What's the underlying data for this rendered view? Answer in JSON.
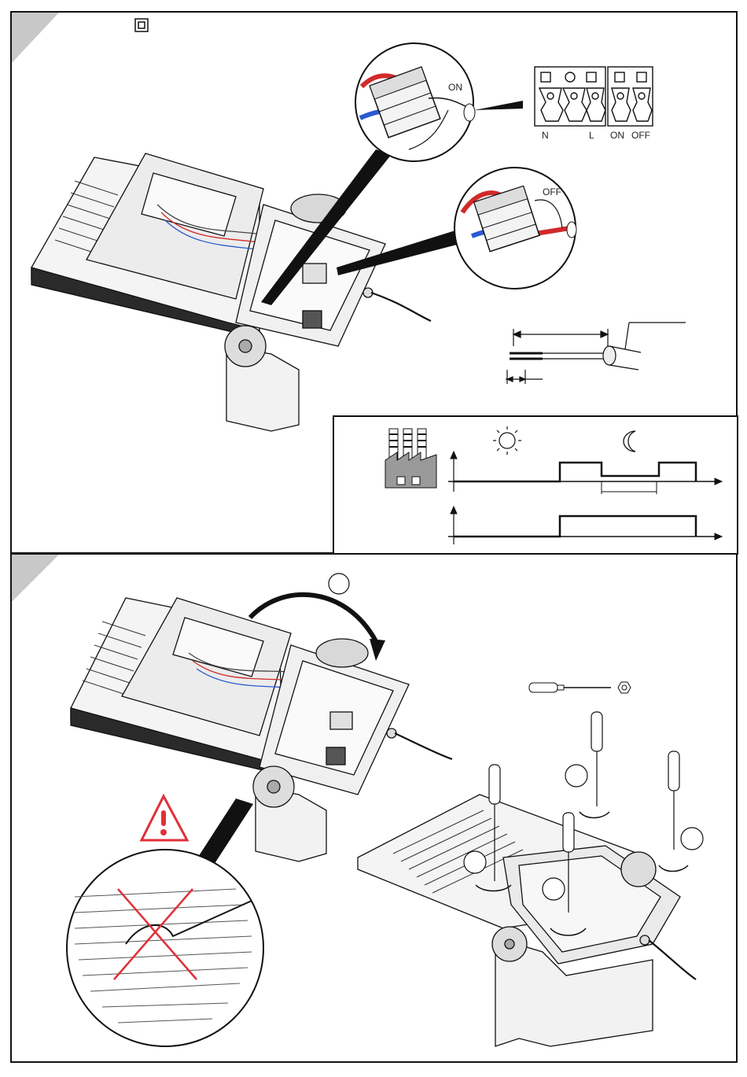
{
  "terminal_block": {
    "labels": {
      "neutral": "N",
      "live": "L",
      "on": "ON",
      "off": "OFF"
    },
    "callout_on": "ON",
    "callout_off": "OFF",
    "switch_text_on": "ON",
    "switch_text_off": "OFF",
    "wire_letter_n": "N",
    "wire_letter_l": "L"
  },
  "timing": {
    "icons": [
      "factory-icon",
      "sun-icon",
      "moon-icon"
    ]
  },
  "colors": {
    "line": "#111111",
    "wire_red": "#d12a2a",
    "wire_blue": "#2a5bd1",
    "warning_red": "#e0303a",
    "corner_grey": "#c8c8c8",
    "factory_grey": "#9a9a9a"
  }
}
